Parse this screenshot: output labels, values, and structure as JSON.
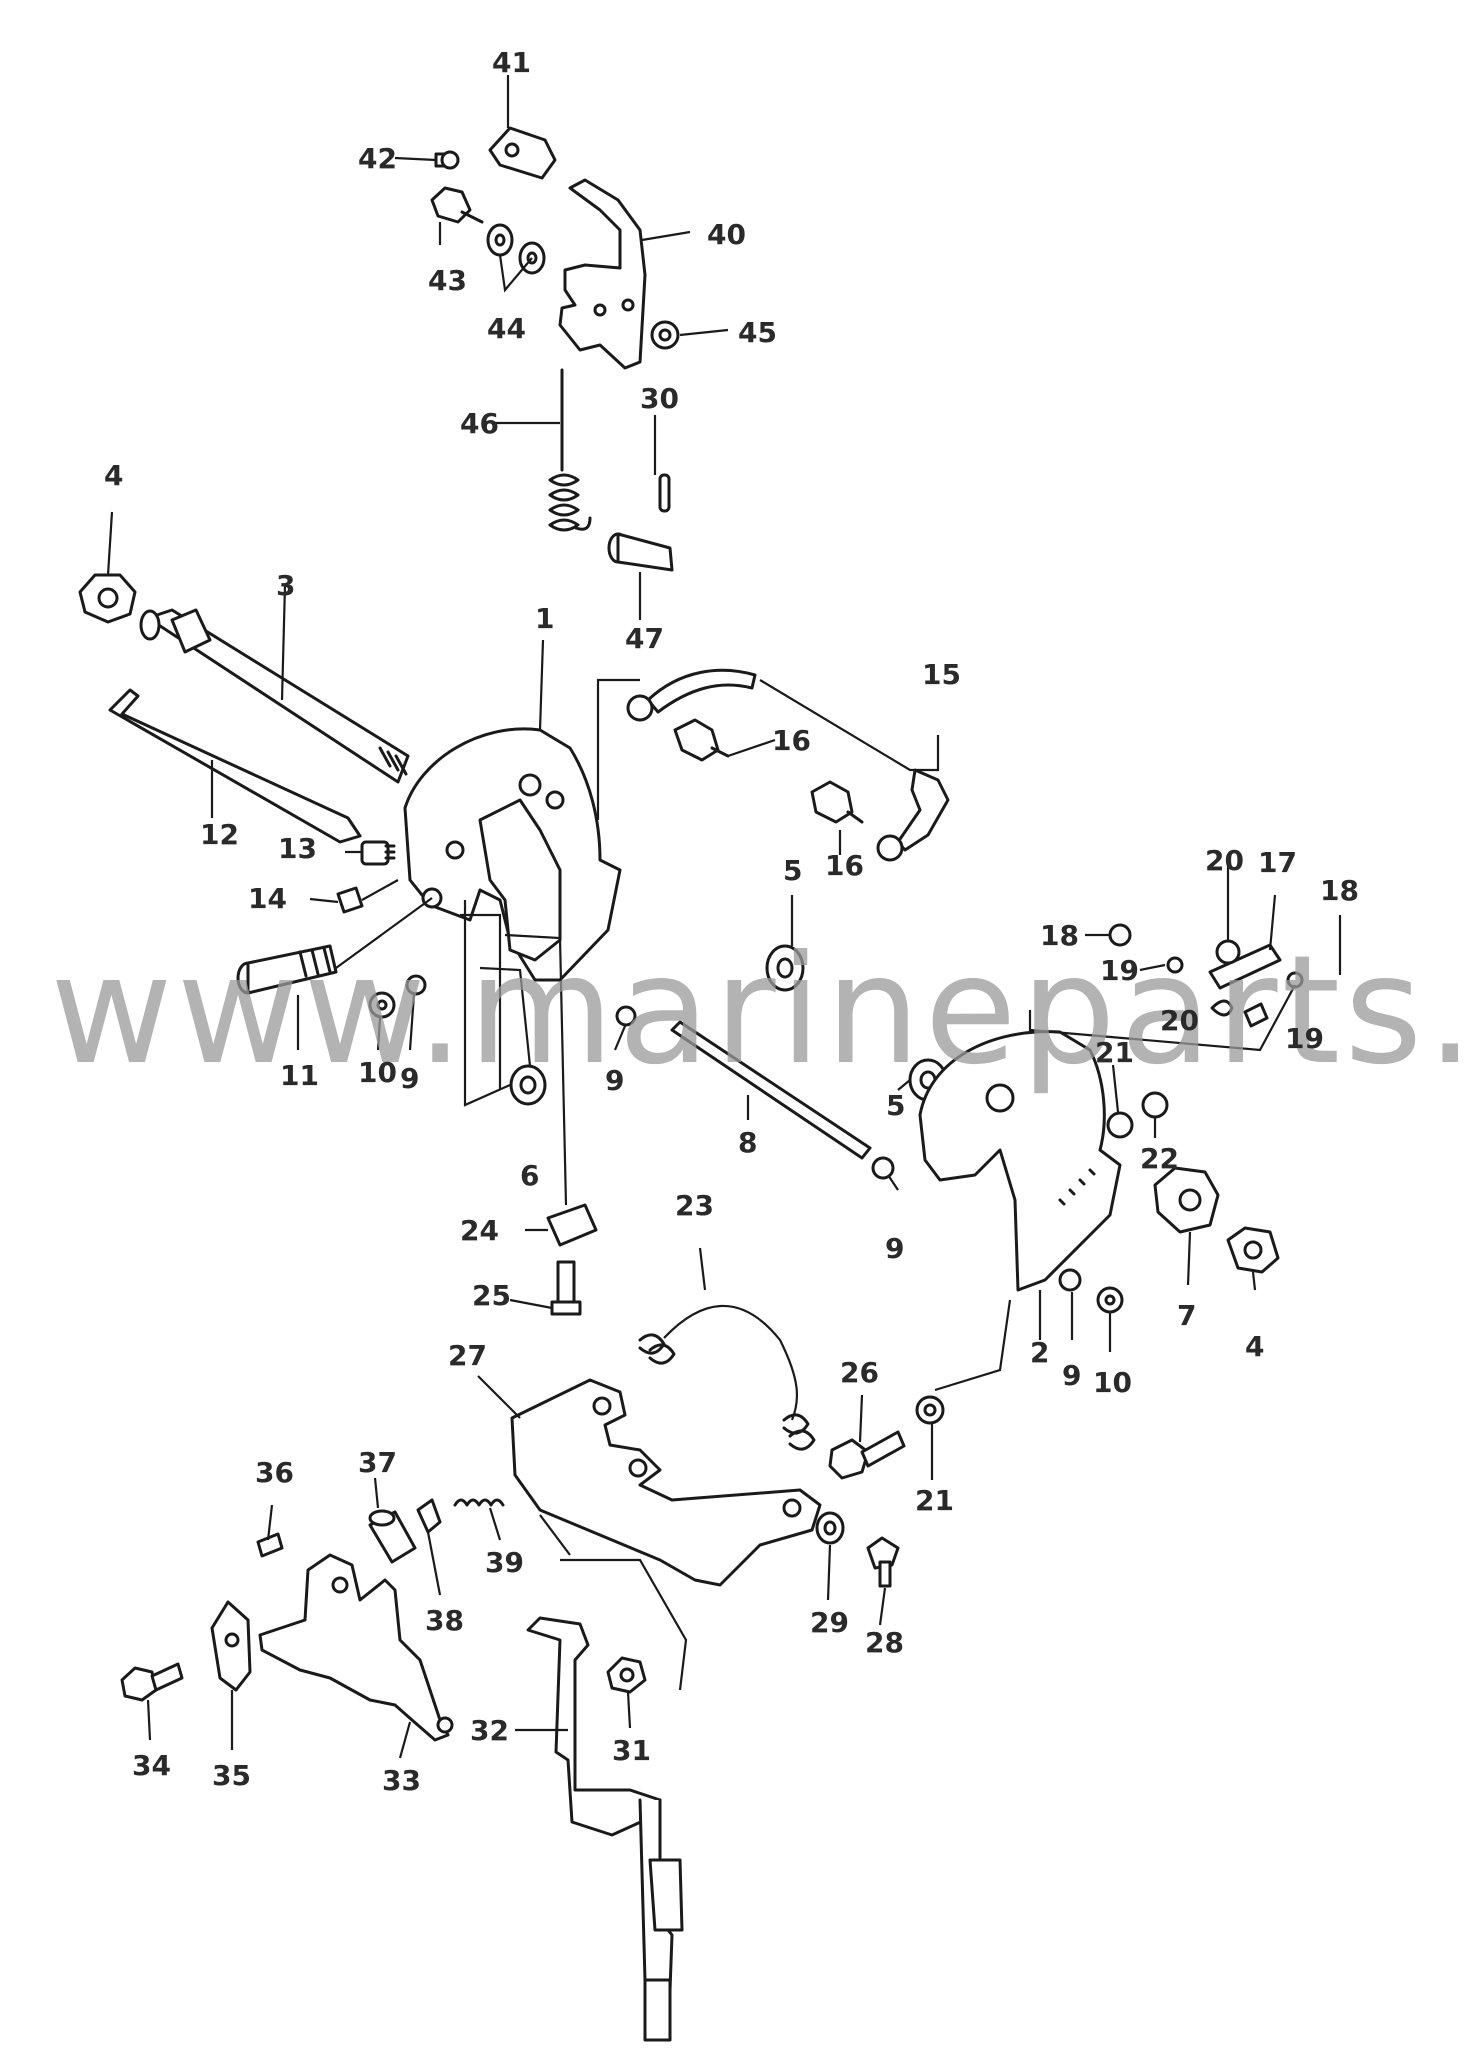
{
  "watermark": "www.marineparts.eu",
  "callouts": [
    {
      "id": "c41",
      "label": "41"
    },
    {
      "id": "c42",
      "label": "42"
    },
    {
      "id": "c40",
      "label": "40"
    },
    {
      "id": "c43",
      "label": "43"
    },
    {
      "id": "c44",
      "label": "44"
    },
    {
      "id": "c45",
      "label": "45"
    },
    {
      "id": "c46",
      "label": "46"
    },
    {
      "id": "c30",
      "label": "30"
    },
    {
      "id": "c47",
      "label": "47"
    },
    {
      "id": "c4a",
      "label": "4"
    },
    {
      "id": "c3",
      "label": "3"
    },
    {
      "id": "c1",
      "label": "1"
    },
    {
      "id": "c15",
      "label": "15"
    },
    {
      "id": "c16a",
      "label": "16"
    },
    {
      "id": "c16b",
      "label": "16"
    },
    {
      "id": "c12",
      "label": "12"
    },
    {
      "id": "c13",
      "label": "13"
    },
    {
      "id": "c14",
      "label": "14"
    },
    {
      "id": "c11",
      "label": "11"
    },
    {
      "id": "c10a",
      "label": "10"
    },
    {
      "id": "c9a",
      "label": "9"
    },
    {
      "id": "c9b",
      "label": "9"
    },
    {
      "id": "c5a",
      "label": "5"
    },
    {
      "id": "c5b",
      "label": "5"
    },
    {
      "id": "c6",
      "label": "6"
    },
    {
      "id": "c8",
      "label": "8"
    },
    {
      "id": "c9c",
      "label": "9"
    },
    {
      "id": "c20a",
      "label": "20"
    },
    {
      "id": "c17",
      "label": "17"
    },
    {
      "id": "c18a",
      "label": "18"
    },
    {
      "id": "c18b",
      "label": "18"
    },
    {
      "id": "c19a",
      "label": "19"
    },
    {
      "id": "c20b",
      "label": "20"
    },
    {
      "id": "c19b",
      "label": "19"
    },
    {
      "id": "c21a",
      "label": "21"
    },
    {
      "id": "c22",
      "label": "22"
    },
    {
      "id": "c7",
      "label": "7"
    },
    {
      "id": "c4b",
      "label": "4"
    },
    {
      "id": "c2",
      "label": "2"
    },
    {
      "id": "c9d",
      "label": "9"
    },
    {
      "id": "c10b",
      "label": "10"
    },
    {
      "id": "c24",
      "label": "24"
    },
    {
      "id": "c25",
      "label": "25"
    },
    {
      "id": "c23",
      "label": "23"
    },
    {
      "id": "c27",
      "label": "27"
    },
    {
      "id": "c26",
      "label": "26"
    },
    {
      "id": "c21b",
      "label": "21"
    },
    {
      "id": "c36",
      "label": "36"
    },
    {
      "id": "c37",
      "label": "37"
    },
    {
      "id": "c39",
      "label": "39"
    },
    {
      "id": "c38",
      "label": "38"
    },
    {
      "id": "c29",
      "label": "29"
    },
    {
      "id": "c28",
      "label": "28"
    },
    {
      "id": "c32",
      "label": "32"
    },
    {
      "id": "c31",
      "label": "31"
    },
    {
      "id": "c34",
      "label": "34"
    },
    {
      "id": "c35",
      "label": "35"
    },
    {
      "id": "c33",
      "label": "33"
    }
  ]
}
